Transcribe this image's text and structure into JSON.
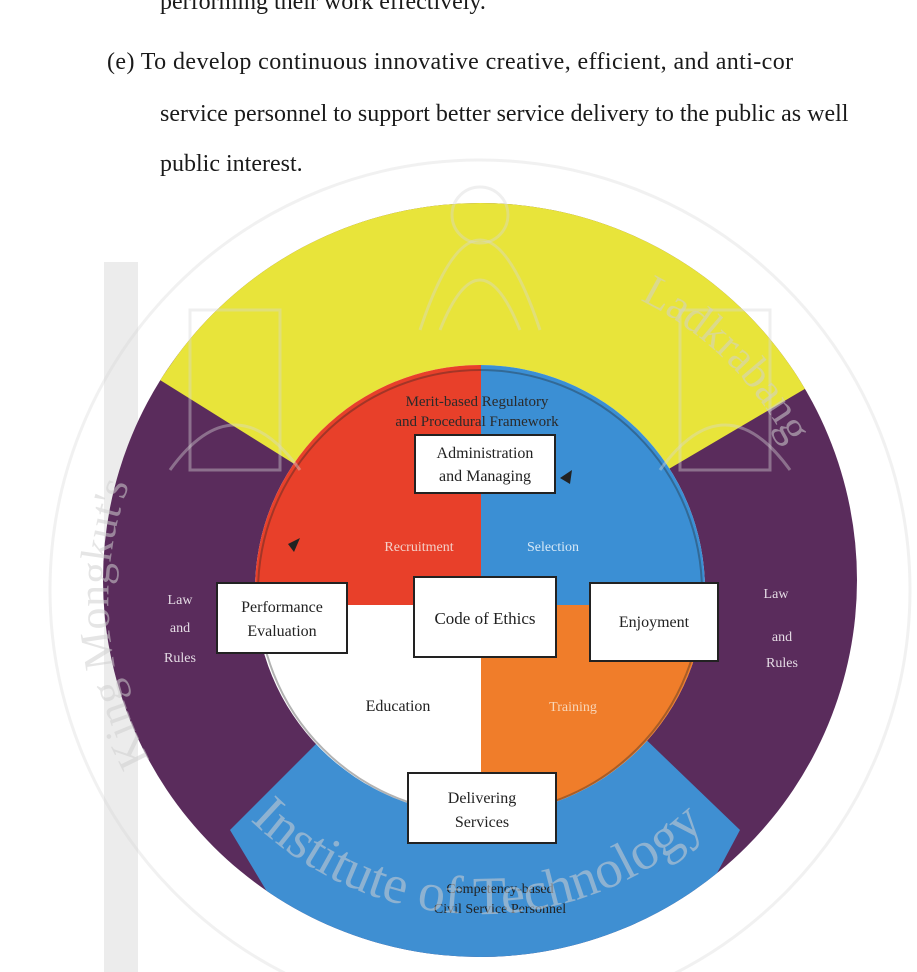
{
  "document": {
    "lines": [
      "performing their work effectively.",
      "(e) To develop continuous innovative creative, efficient, and anti-cor",
      "service personnel to support better service delivery to the public as well",
      "public interest."
    ]
  },
  "figure": {
    "outer_top_label_1": "Merit-based Regulatory",
    "outer_top_label_2": "and Procedural Framework",
    "outer_bottom_label_1": "Competency-based",
    "outer_bottom_label_2": "Civil Service Personnel",
    "left_law_1": "Law",
    "left_law_2": "and",
    "left_law_3": "Rules",
    "right_law_1": "Law",
    "right_law_2": "and",
    "right_law_3": "Rules",
    "recruitment": "Recruitment",
    "selection": "Selection",
    "education": "Education",
    "training": "Training",
    "box_admin_1": "Administration",
    "box_admin_2": "and Managing",
    "box_perf_1": "Performance",
    "box_perf_2": "Evaluation",
    "box_ethics": "Code of Ethics",
    "box_enjoy": "Enjoyment",
    "box_deliver_1": "Delivering",
    "box_deliver_2": "Services",
    "colors": {
      "yellow": "#e8e43a",
      "purple": "#5a2c5c",
      "blue": "#3f8fd2",
      "red": "#e8402a",
      "orange": "#f07d2a",
      "inner_blue": "#3b8fd4"
    }
  },
  "watermark": {
    "arc_text_left": "King Mongkut's",
    "arc_text_bottom": "Institute of Technology",
    "arc_text_right": "Ladkrabang"
  }
}
